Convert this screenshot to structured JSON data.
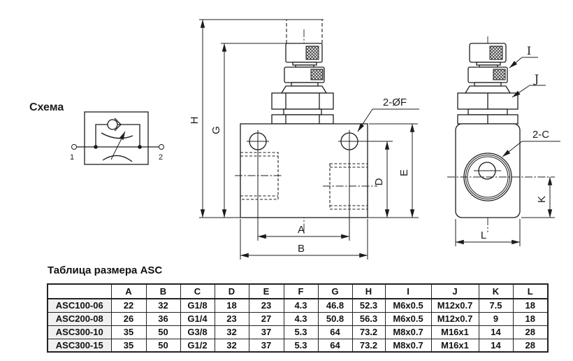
{
  "page": {
    "background": "#ffffff",
    "line_color": "#1c1c1c"
  },
  "schematic": {
    "title": "Схема",
    "port_left": "1",
    "port_right": "2"
  },
  "front_view": {
    "labels": {
      "h": "H",
      "g": "G",
      "a": "A",
      "b": "B",
      "d": "D",
      "e": "E"
    },
    "holes_label": "2-ØF"
  },
  "side_view": {
    "labels": {
      "i": "I",
      "j": "J",
      "k": "K",
      "l": "L"
    },
    "ports_label": "2-C"
  },
  "size_table": {
    "title": "Таблица размера ASC",
    "headers": [
      "",
      "A",
      "B",
      "C",
      "D",
      "E",
      "F",
      "G",
      "H",
      "I",
      "J",
      "K",
      "L"
    ],
    "rows": [
      {
        "model": "ASC100-06",
        "values": [
          "22",
          "32",
          "G1/8",
          "18",
          "23",
          "4.3",
          "46.8",
          "52.3",
          "M6x0.5",
          "M12x0.7",
          "7.5",
          "18"
        ]
      },
      {
        "model": "ASC200-08",
        "values": [
          "26",
          "36",
          "G1/4",
          "23",
          "27",
          "4.3",
          "50.8",
          "56.3",
          "M6x0.5",
          "M12x0.7",
          "9",
          "18"
        ]
      },
      {
        "model": "ASC300-10",
        "values": [
          "35",
          "50",
          "G3/8",
          "32",
          "37",
          "5.3",
          "64",
          "73.2",
          "M8x0.7",
          "M16x1",
          "14",
          "28"
        ]
      },
      {
        "model": "ASC300-15",
        "values": [
          "35",
          "50",
          "G1/2",
          "32",
          "37",
          "5.3",
          "64",
          "73.2",
          "M8x0.7",
          "M16x1",
          "14",
          "28"
        ]
      }
    ]
  }
}
